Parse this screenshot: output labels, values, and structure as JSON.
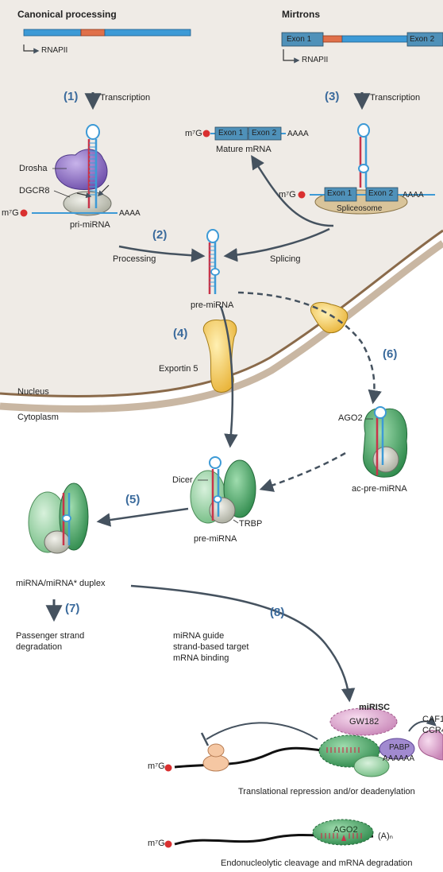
{
  "headers": {
    "canonical": "Canonical processing",
    "mirtrons": "Mirtrons"
  },
  "labels": {
    "rnapii_left": "RNAPII",
    "rnapii_right": "RNAPII",
    "exon1": "Exon 1",
    "exon2": "Exon 2",
    "transcription_left": "Transcription",
    "transcription_right": "Transcription",
    "m7g": "m⁷G",
    "mature_mrna": "Mature mRNA",
    "drosha": "Drosha",
    "dgcr8": "DGCR8",
    "aaaa": "AAAA",
    "pri_mirna": "pri-miRNA",
    "spliceosome": "Spliceosome",
    "processing": "Processing",
    "splicing": "Splicing",
    "pre_mirna": "pre-miRNA",
    "exportin5": "Exportin 5",
    "nucleus": "Nucleus",
    "cytoplasm": "Cytoplasm",
    "ago2": "AGO2",
    "ac_pre_mirna": "ac-pre-miRNA",
    "dicer": "Dicer",
    "trbp": "TRBP",
    "pre_mirna_2": "pre-miRNA",
    "duplex": "miRNA/miRNA* duplex",
    "passenger_1": "Passenger strand",
    "passenger_2": "degradation",
    "guide_1": "miRNA guide",
    "guide_2": "strand-based target",
    "guide_3": "mRNA binding",
    "mirisc": "miRISC",
    "gw182": "GW182",
    "pabp": "PABP",
    "aaaaaa": "AAAAAA",
    "caf1": "CAF1",
    "ccr4": "CCR4",
    "repression": "Translational repression and/or deadenylation",
    "an": "(A)ₙ",
    "cleavage": "Endonucleolytic cleavage and mRNA degradation"
  },
  "steps": {
    "s1": "(1)",
    "s2": "(2)",
    "s3": "(3)",
    "s4": "(4)",
    "s5": "(5)",
    "s6": "(6)",
    "s7": "(7)",
    "s8": "(8)"
  },
  "colors": {
    "nucleus_fill": "#efebe6",
    "membrane": "#8a6a4a",
    "step_blue": "#3a6a9c",
    "gene_blue": "#3d9ad6",
    "gene_red": "#e0704a",
    "stem_blue": "#3d9ad6",
    "stem_red": "#c8344a",
    "arrow_gray": "#45525f",
    "drosha_purple": "#8a6bbf",
    "green_protein": "#3a9a5a",
    "exportin_yellow": "#f2c84b",
    "gw182_pink": "#e4a9d4",
    "caf_pink": "#c97eae",
    "cap_red": "#d93030"
  }
}
